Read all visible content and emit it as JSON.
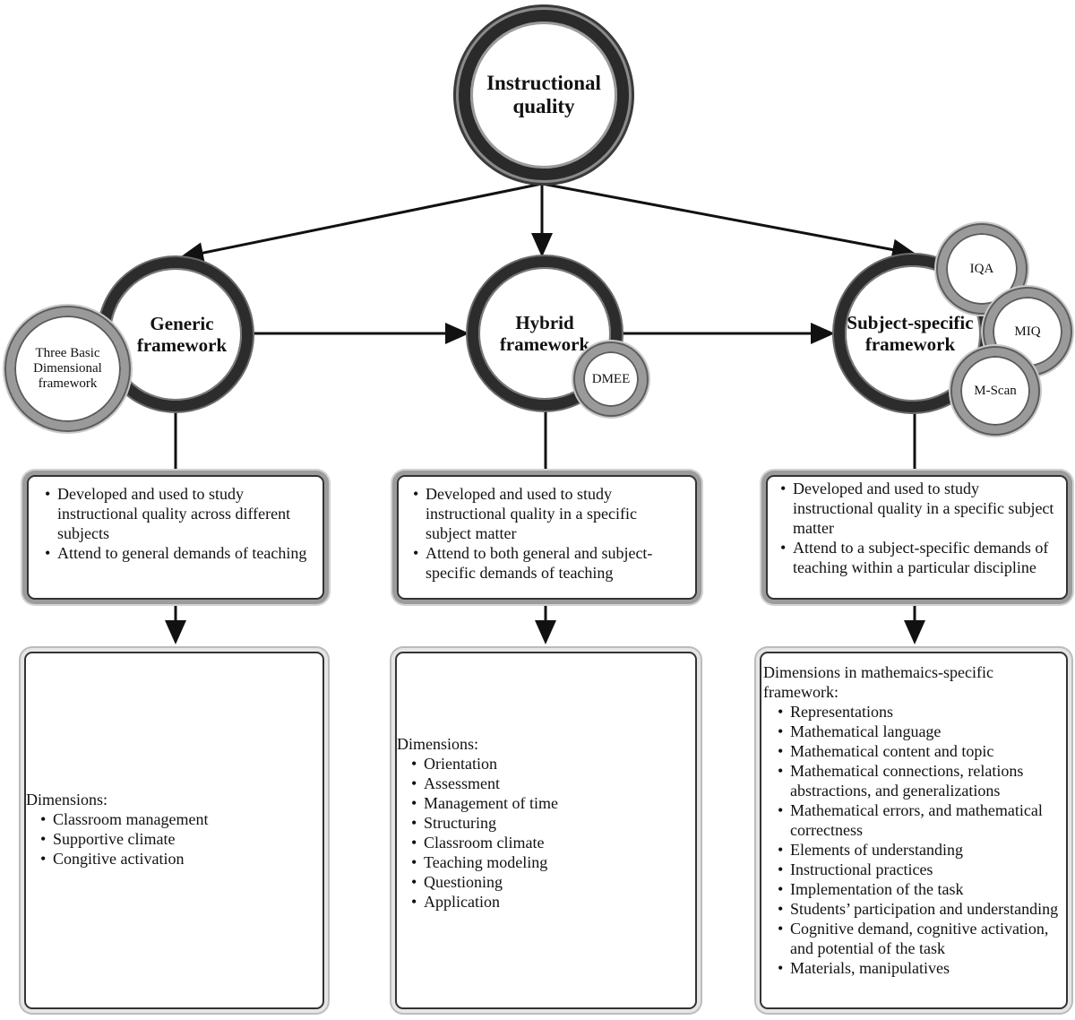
{
  "top": {
    "title_line1": "Instructional",
    "title_line2": "quality"
  },
  "generic": {
    "title_line1": "Generic",
    "title_line2": "framework",
    "sub_line1": "Three Basic",
    "sub_line2": "Dimensional",
    "sub_line3": "framework",
    "description": [
      "Developed and used to study instructional quality across different subjects",
      "Attend to general demands of teaching"
    ],
    "dimensions_heading": "Dimensions:",
    "dimensions": [
      "Classroom management",
      "Supportive climate",
      "Congitive activation"
    ]
  },
  "hybrid": {
    "title_line1": "Hybrid",
    "title_line2": "framework",
    "sub_label": "DMEE",
    "description": [
      "Developed and used to study instructional quality in a specific subject matter",
      "Attend to both general and subject-specific demands of teaching"
    ],
    "dimensions_heading": "Dimensions:",
    "dimensions": [
      "Orientation",
      "Assessment",
      "Management of time",
      "Structuring",
      "Classroom climate",
      "Teaching modeling",
      "Questioning",
      "Application"
    ]
  },
  "subject": {
    "title_line1": "Subject-specific",
    "title_line2": "framework",
    "sub_labels": [
      "IQA",
      "MIQ",
      "M-Scan"
    ],
    "description": [
      "Developed and used to  study instructional quality in a specific subject matter",
      "Attend to a subject-specific demands of teaching within a particular discipline"
    ],
    "dimensions_heading": "Dimensions in mathemaics-specific framework:",
    "dimensions": [
      "Representations",
      "Mathematical language",
      "Mathematical content and topic",
      "Mathematical connections, relations abstractions, and generalizations",
      "Mathematical errors, and mathematical correctness",
      "Elements of understanding",
      "Instructional practices",
      "Implementation of the task",
      "Students’ participation and understanding",
      "Cognitive demand, cognitive activation, and potential of the task",
      "Materials, manipulatives"
    ]
  }
}
